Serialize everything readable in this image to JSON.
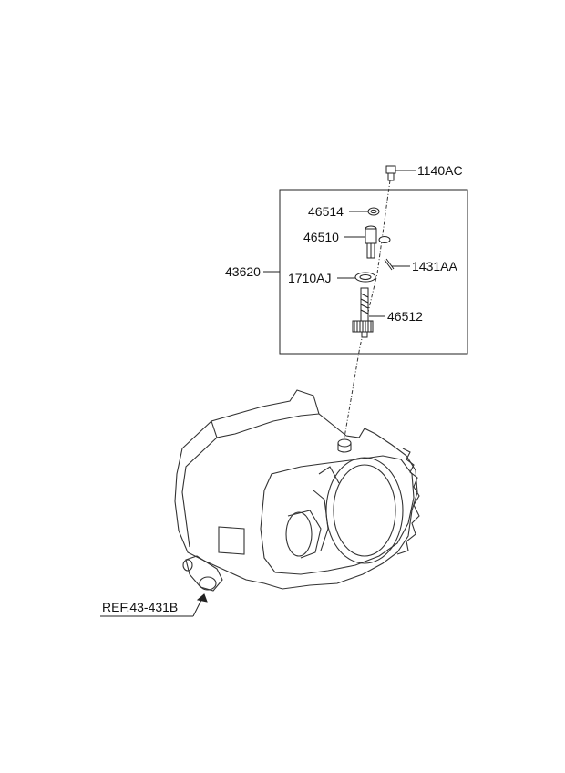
{
  "callouts": {
    "bolt": "1140AC",
    "oring_small": "46514",
    "sleeve": "46510",
    "pin": "1431AA",
    "assembly": "43620",
    "gasket": "1710AJ",
    "driven_gear": "46512"
  },
  "reference": "REF.43-431B"
}
